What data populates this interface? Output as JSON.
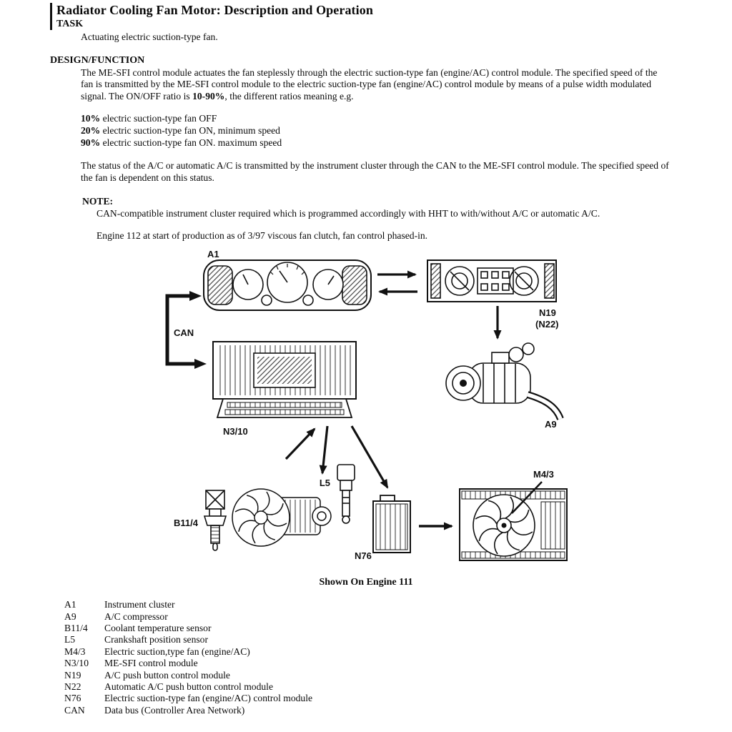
{
  "page": {
    "title": "Radiator Cooling Fan Motor: Description and Operation"
  },
  "task": {
    "heading": "TASK",
    "body": "Actuating electric suction-type fan."
  },
  "design": {
    "heading": "DESIGN/FUNCTION",
    "p1_a": "The ME-SFI control module actuates the fan steplessly through the electric suction-type fan (engine/AC) control module. The specified speed of the fan is transmitted by the ME-SFI control module to the electric suction-type fan (engine/AC) control module by means of a pulse width modulated signal. The ON/OFF ratio is ",
    "p1_bold": "10-90%",
    "p1_c": ", the different ratios meaning e.g.",
    "ratios": [
      {
        "pct": "10%",
        "text": " electric suction-type fan OFF"
      },
      {
        "pct": "20%",
        "text": " electric suction-type fan ON, minimum speed"
      },
      {
        "pct": "90%",
        "text": " electric suction-type fan ON. maximum speed"
      }
    ],
    "p2": "The status of the A/C or automatic A/C is transmitted by the instrument cluster through the CAN to the ME-SFI control module. The specified speed of the fan is dependent on this status.",
    "note_heading": "NOTE:",
    "note_body": "CAN-compatible instrument cluster required which is programmed accordingly with HHT to with/without A/C or automatic A/C.",
    "engine_note": "Engine 112 at start of production as of 3/97 viscous fan clutch, fan control phased-in."
  },
  "diagram": {
    "labels": {
      "a1": "A1",
      "can": "CAN",
      "n19": "N19",
      "n22": "(N22)",
      "n3_10": "N3/10",
      "a9": "A9",
      "l5": "L5",
      "b11_4": "B11/4",
      "n76": "N76",
      "m4_3": "M4/3"
    },
    "caption": "Shown On Engine 111"
  },
  "legend": {
    "rows": [
      {
        "code": "A1",
        "desc": "Instrument cluster"
      },
      {
        "code": "A9",
        "desc": "A/C compressor"
      },
      {
        "code": "B11/4",
        "desc": "Coolant temperature sensor"
      },
      {
        "code": "L5",
        "desc": "Crankshaft position sensor"
      },
      {
        "code": "M4/3",
        "desc": "Electric suction,type fan (engine/AC)"
      },
      {
        "code": "N3/10",
        "desc": "ME-SFI control module"
      },
      {
        "code": "N19",
        "desc": "A/C push button control module"
      },
      {
        "code": "N22",
        "desc": "Automatic A/C push button control module"
      },
      {
        "code": "N76",
        "desc": "Electric suction-type fan (engine/AC) control module"
      },
      {
        "code": "CAN",
        "desc": "Data bus (Controller Area Network)"
      }
    ]
  }
}
